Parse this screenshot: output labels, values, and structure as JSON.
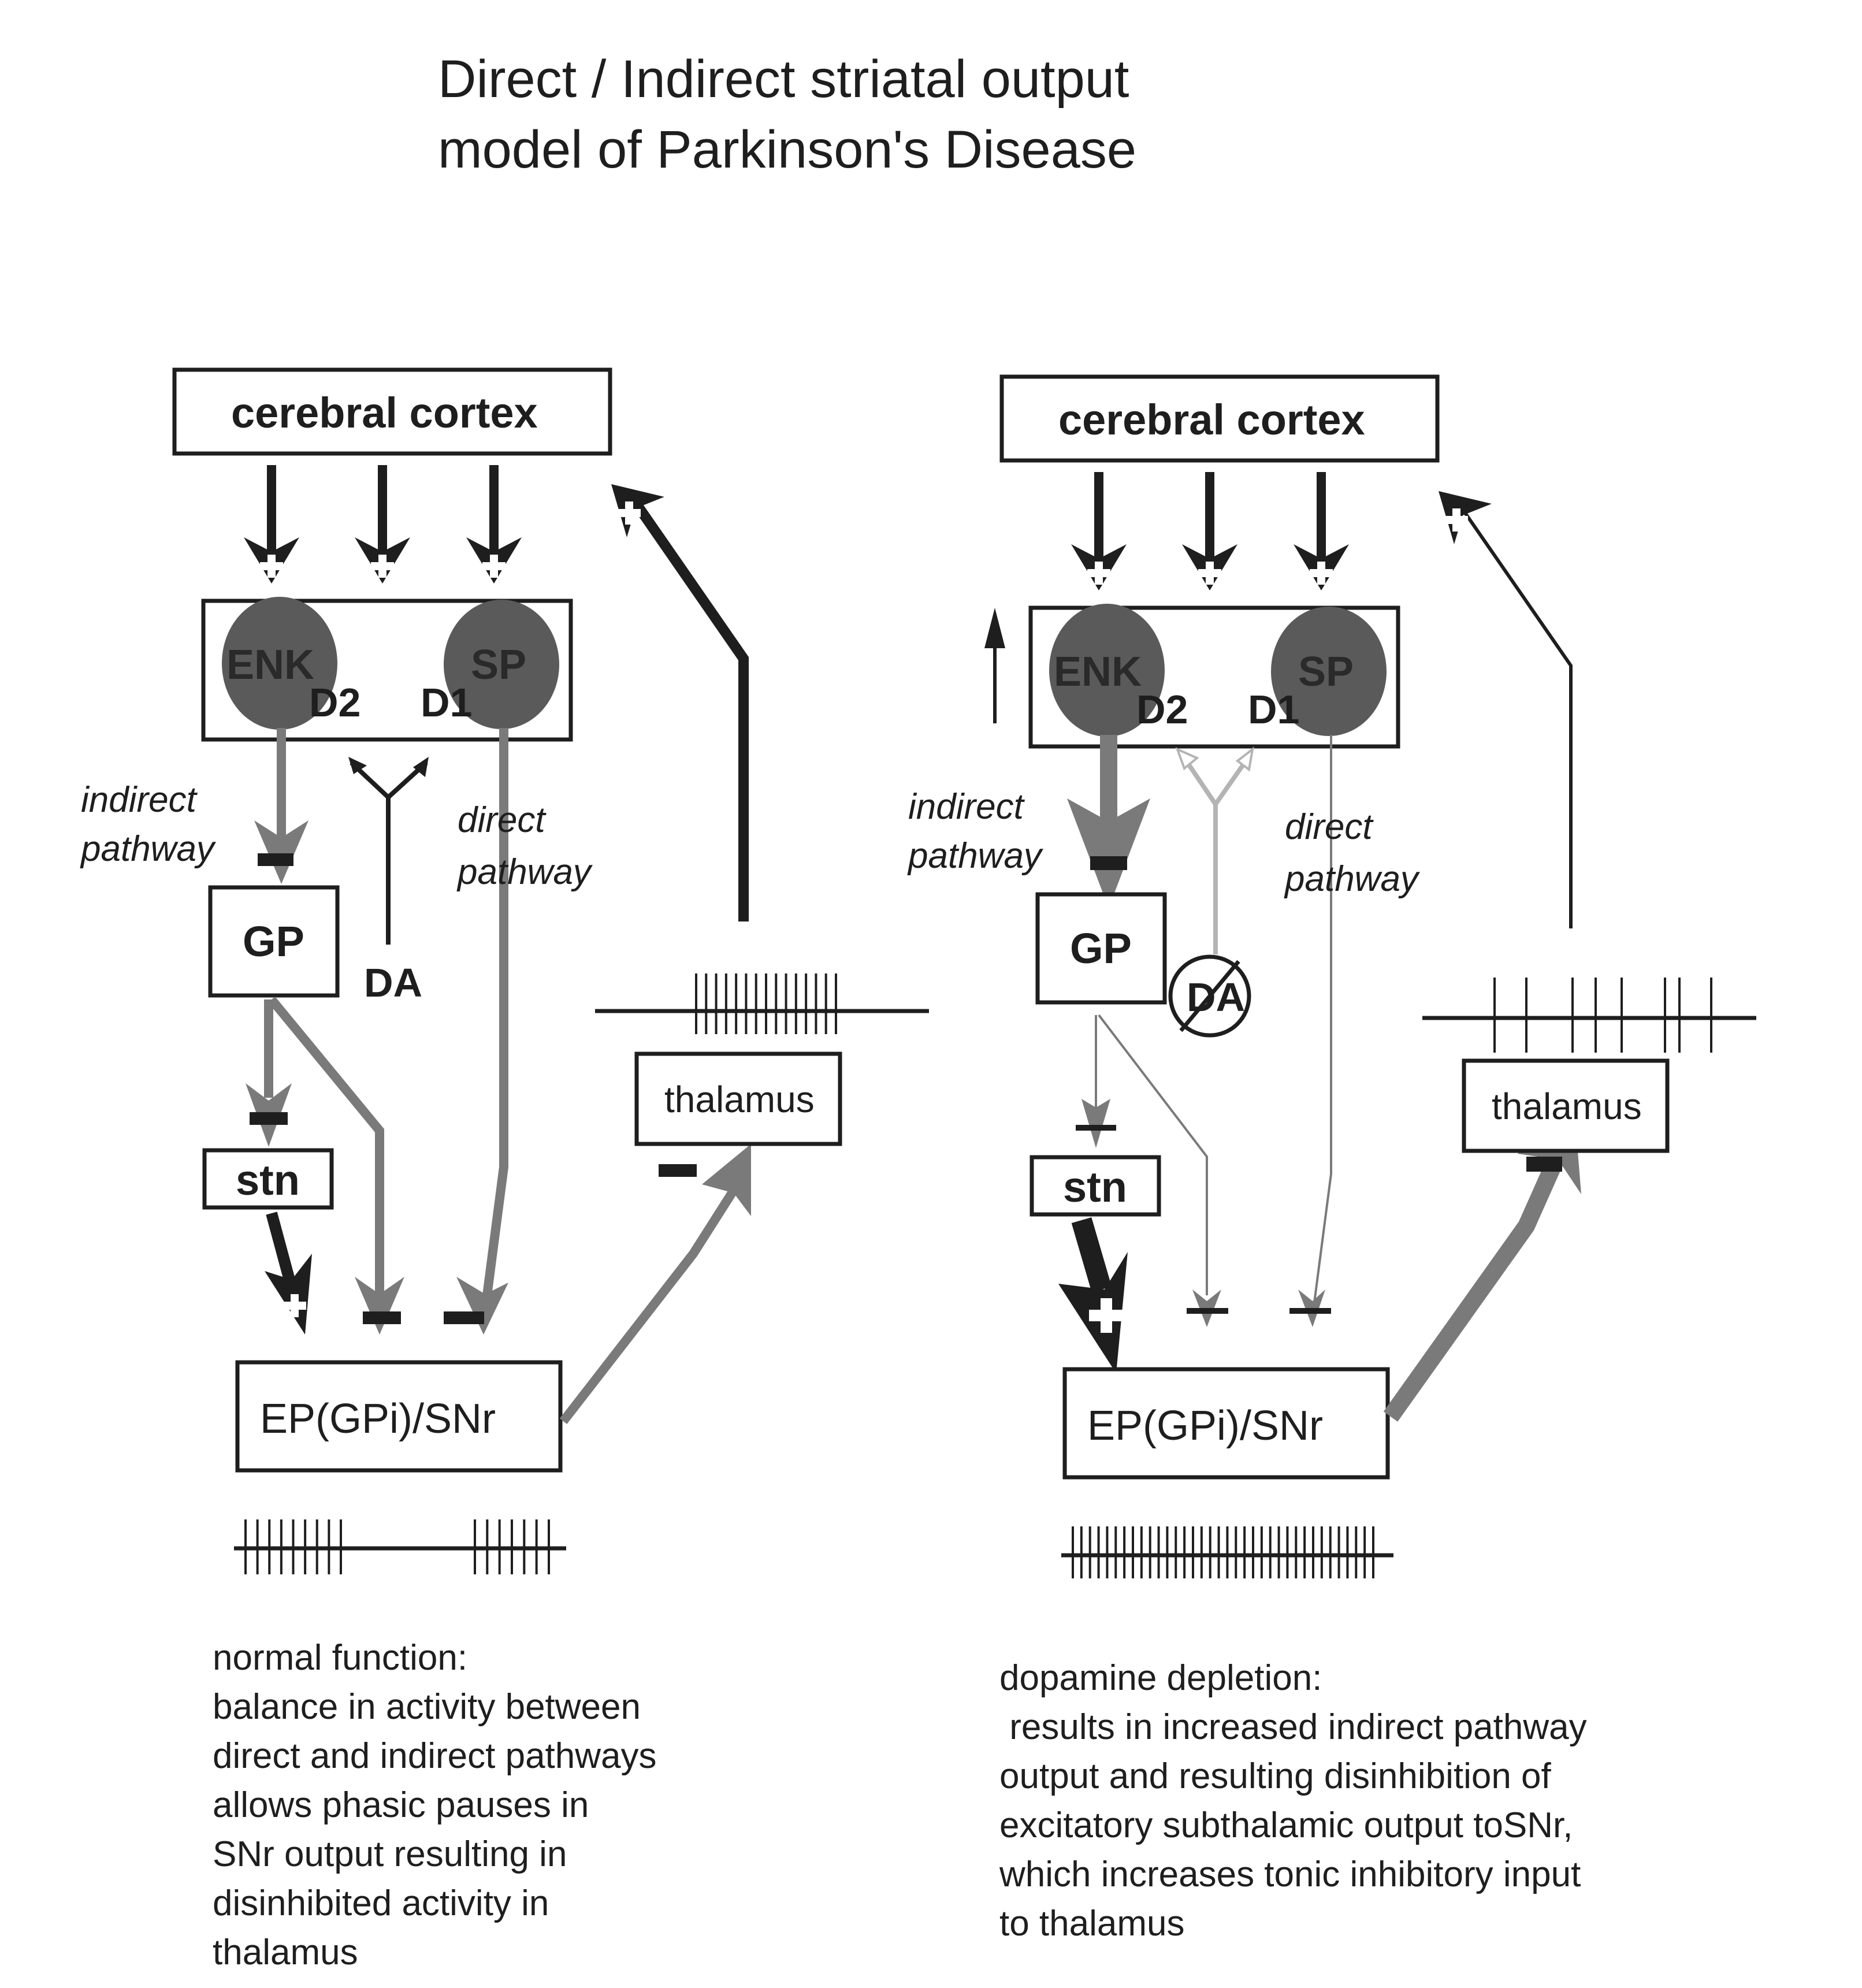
{
  "title": {
    "line1": "Direct / Indirect striatal output",
    "line2": "model of Parkinson's Disease"
  },
  "colors": {
    "ink": "#1e1e1e",
    "pathway_gray": "#7a7a7a",
    "depleted_gray": "#b4b4b4",
    "cell_fill": "#5a5a5a",
    "background": "#ffffff"
  },
  "panels": [
    {
      "id": "normal",
      "boxes": {
        "cortex": "cerebral cortex",
        "gp": "GP",
        "stn": "stn",
        "output": "EP(GPi)/SNr",
        "thalamus": "thalamus"
      },
      "cells": {
        "enk": "ENK",
        "sp": "SP"
      },
      "receptors": {
        "d2": "D2",
        "d1": "D1"
      },
      "labels": {
        "indirect_1": "indirect",
        "indirect_2": "pathway",
        "direct_1": "direct",
        "direct_2": "pathway",
        "da": "DA"
      },
      "signs": {
        "cortex_to_striatum": [
          "+",
          "+",
          "+"
        ],
        "striatum_to_gp": "-",
        "gp_to_stn": "-",
        "stn_to_output": "+",
        "gp_to_output": "-",
        "direct_to_output": "-",
        "output_to_thalamus": "-",
        "thalamus_to_cortex": "+"
      },
      "spike_trains": {
        "thalamus": "bursting",
        "output": "phasic pauses"
      },
      "caption": [
        "normal function:",
        "balance in activity between",
        "direct and indirect pathways",
        "allows phasic pauses in",
        "SNr output resulting in",
        "disinhibited activity in",
        "thalamus"
      ]
    },
    {
      "id": "depleted",
      "boxes": {
        "cortex": "cerebral cortex",
        "gp": "GP",
        "stn": "stn",
        "output": "EP(GPi)/SNr",
        "thalamus": "thalamus"
      },
      "cells": {
        "enk": "ENK",
        "sp": "SP"
      },
      "receptors": {
        "d2": "D2",
        "d1": "D1"
      },
      "labels": {
        "indirect_1": "indirect",
        "indirect_2": "pathway",
        "direct_1": "direct",
        "direct_2": "pathway",
        "da": "DA"
      },
      "signs": {
        "cortex_to_striatum": [
          "+",
          "+",
          "+"
        ],
        "striatum_to_gp": "-",
        "gp_to_stn": "-",
        "stn_to_output": "+",
        "gp_to_output": "-",
        "direct_to_output": "-",
        "output_to_thalamus": "-",
        "thalamus_to_cortex": "+"
      },
      "indicators": {
        "enk_activity": "increased"
      },
      "spike_trains": {
        "thalamus": "sparse tonic",
        "output": "high tonic"
      },
      "caption": [
        "dopamine depletion:",
        " results in increased indirect pathway",
        "output and resulting disinhibition of",
        "excitatory subthalamic output toSNr,",
        "which increases tonic inhibitory input",
        "to thalamus"
      ]
    }
  ]
}
